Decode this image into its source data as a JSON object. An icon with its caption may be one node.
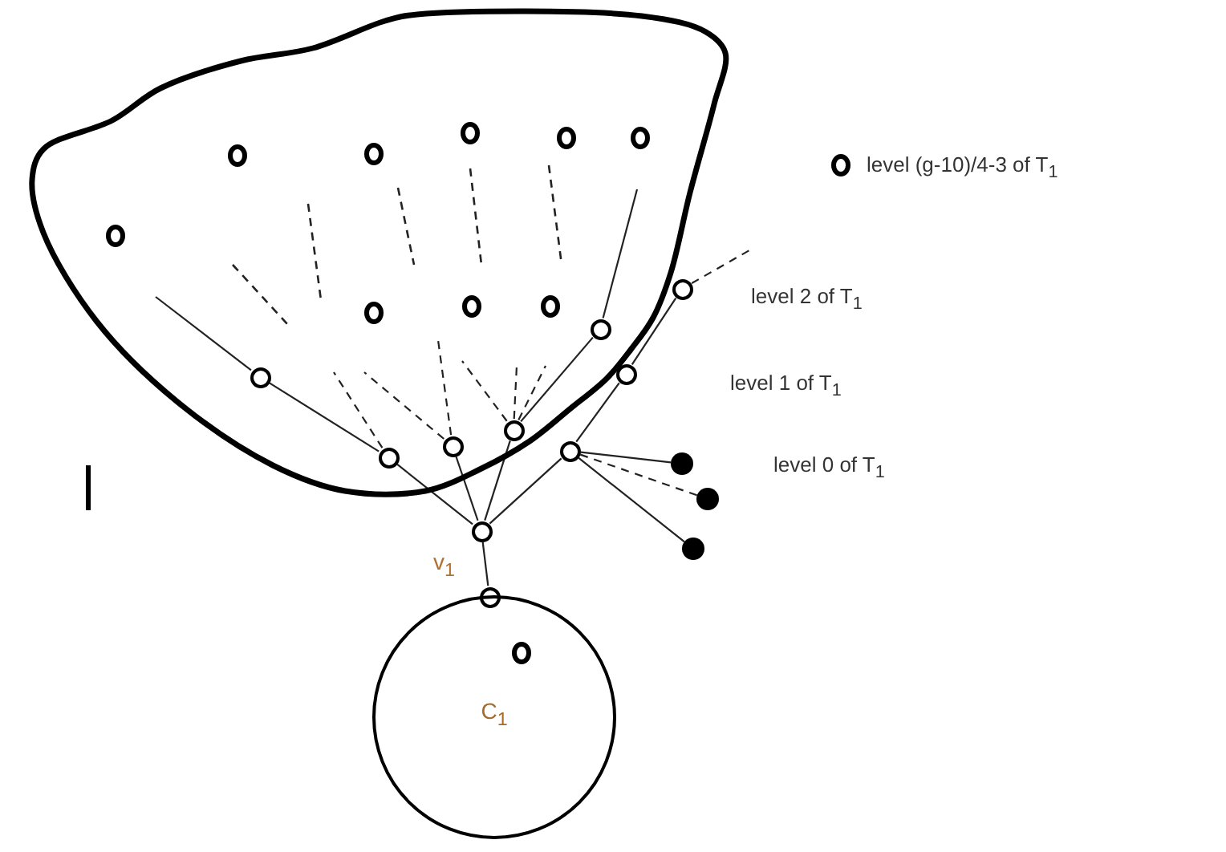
{
  "diagram": {
    "nodes": [
      {
        "text": [],
        "shape": "blob"
      },
      {
        "text": [],
        "shape": "circle",
        "in": 0
      },
      {
        "text": [],
        "shape": "circle",
        "in": 0
      },
      {
        "text": [],
        "shape": "circle",
        "in": 0
      },
      {
        "text": [],
        "shape": "circle",
        "in": 0
      },
      {
        "text": [],
        "shape": "circle",
        "in": 0
      },
      {
        "text": [],
        "shape": "circle",
        "in": 0
      },
      {
        "text": [],
        "shape": "circle",
        "in": 0
      },
      {
        "text": [],
        "shape": "circle",
        "in": 0
      },
      {
        "text": [],
        "shape": "circle",
        "in": 0
      },
      {
        "text": [],
        "shape": "circle",
        "in": 0
      },
      {
        "text": [],
        "shape": "circle",
        "in": 0
      },
      {
        "text": [],
        "shape": "circle",
        "in": 0
      },
      {
        "text": [],
        "shape": "circle",
        "in": 0
      },
      {
        "text": [],
        "shape": "circle",
        "in": 0
      },
      {
        "text": [],
        "shape": "circle"
      },
      {
        "text": [],
        "shape": "circle"
      },
      {
        "text": [],
        "shape": "circle"
      },
      {
        "text": [],
        "shape": "circle"
      },
      {
        "text": [],
        "shape": "dot"
      },
      {
        "text": [],
        "shape": "dot"
      },
      {
        "text": [],
        "shape": "dot"
      },
      {
        "text": [],
        "shape": "circle",
        "beside": [
          "v$_{1}$"
        ]
      },
      {
        "text": [],
        "shape": "circle"
      },
      {
        "text": [
          "C$_{1}$"
        ]
      },
      {
        "text": [],
        "shape": "circle",
        "in": 24
      }
    ],
    "edges": [
      {
        "from": 22,
        "to": 12,
        "arrow": "none"
      },
      {
        "from": 22,
        "to": 13,
        "arrow": "none"
      },
      {
        "from": 22,
        "to": 14,
        "arrow": "none"
      },
      {
        "from": 22,
        "to": 18,
        "arrow": "none"
      },
      {
        "from": 22,
        "to": 23,
        "arrow": "none"
      },
      {
        "from": 12,
        "to": 11,
        "arrow": "none"
      },
      {
        "from": 11,
        "to": null,
        "arrow": "none"
      },
      {
        "from": 14,
        "to": 10,
        "arrow": "none"
      },
      {
        "from": 10,
        "to": null,
        "arrow": "none"
      },
      {
        "from": 18,
        "to": 17,
        "arrow": "none"
      },
      {
        "from": 17,
        "to": 16,
        "arrow": "none"
      },
      {
        "from": 16,
        "to": null,
        "arrow": "none",
        "style": "dashed"
      },
      {
        "from": 18,
        "to": 19,
        "arrow": "none"
      },
      {
        "from": 18,
        "to": 20,
        "arrow": "none",
        "style": "dashed"
      },
      {
        "from": 18,
        "to": 21,
        "arrow": "none"
      },
      {
        "from": 12,
        "to": null,
        "arrow": "none",
        "style": "dashed"
      },
      {
        "from": 13,
        "to": null,
        "arrow": "none",
        "style": "dashed"
      },
      {
        "from": 13,
        "to": null,
        "arrow": "none",
        "style": "dashed"
      },
      {
        "from": 14,
        "to": null,
        "arrow": "none",
        "style": "dashed"
      },
      {
        "from": 14,
        "to": null,
        "arrow": "none",
        "style": "dashed"
      },
      {
        "from": 14,
        "to": null,
        "arrow": "none",
        "style": "dashed"
      }
    ],
    "labels": [
      "level (g-10)/4-3 of T$_{1}$",
      "level 2 of T$_{1}$",
      "level 1 of T$_{1}$",
      "level 0 of T$_{1}$"
    ]
  }
}
